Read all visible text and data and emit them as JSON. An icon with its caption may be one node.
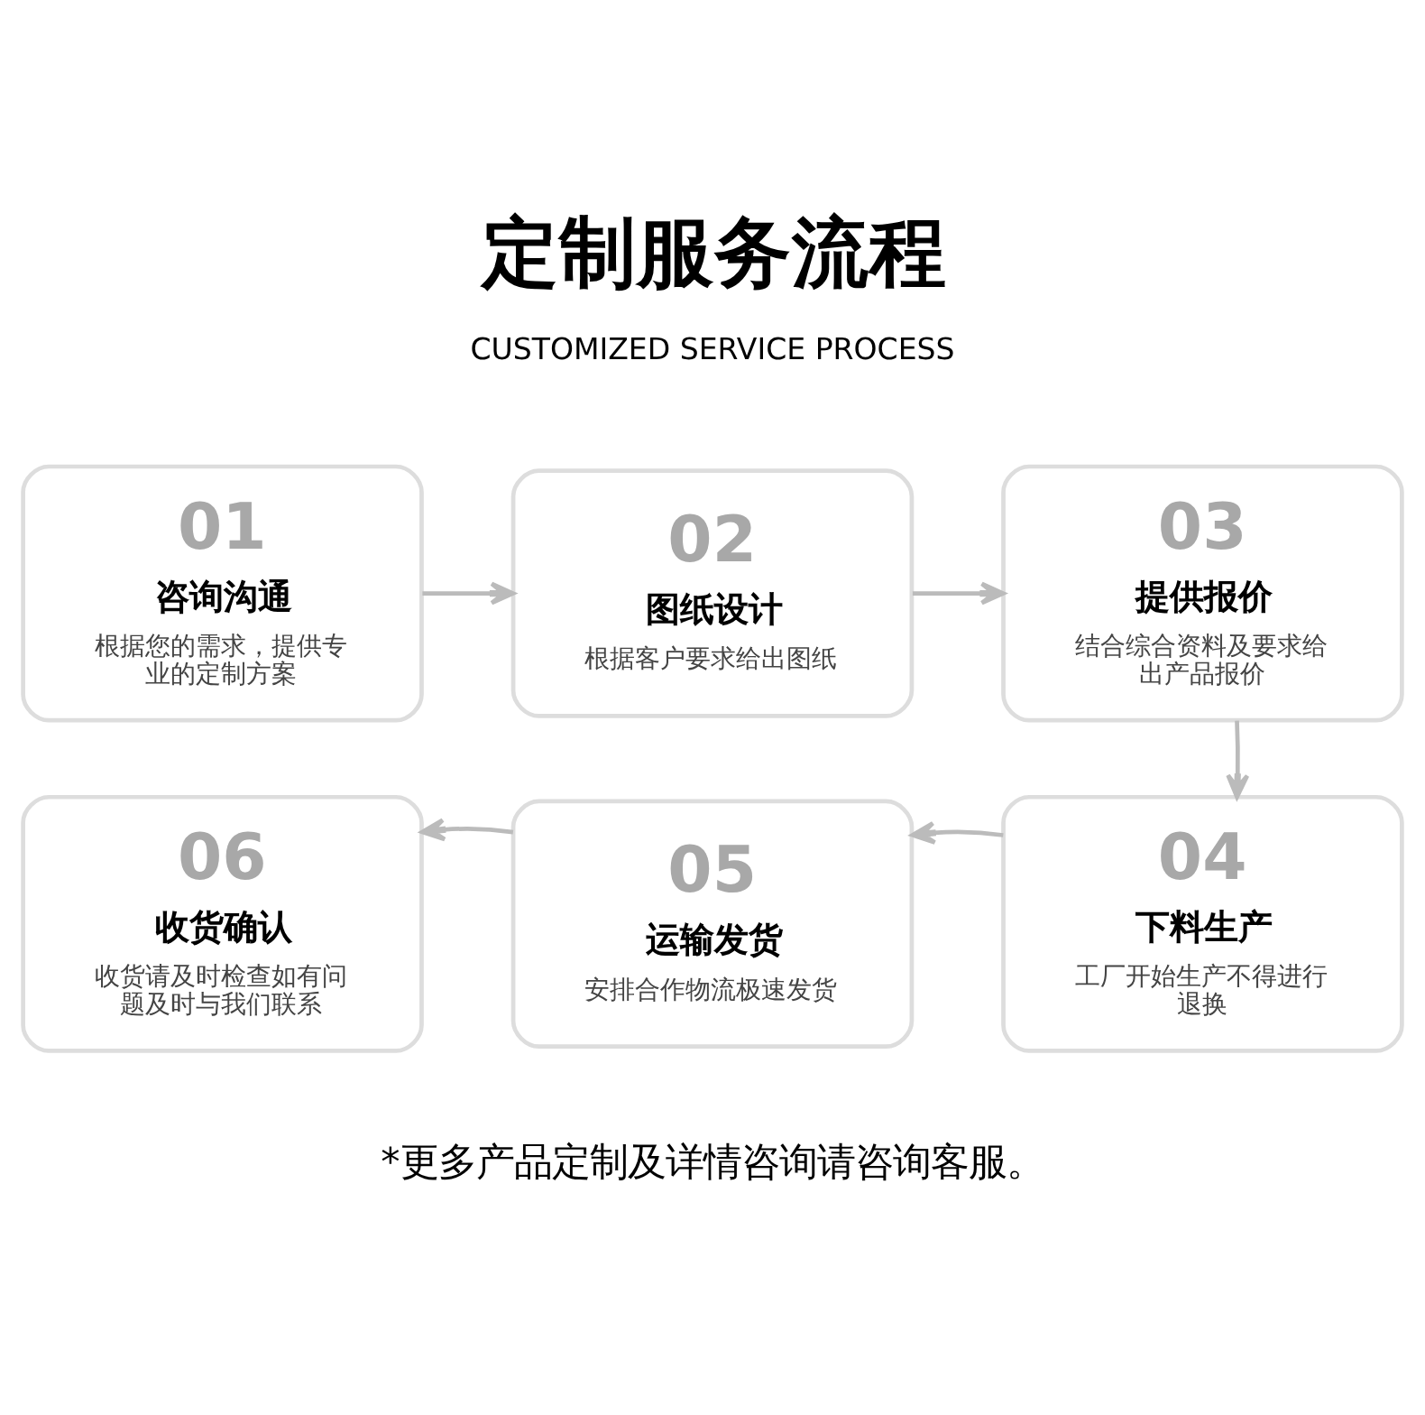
{
  "diagram": {
    "title": "定制服务流程",
    "nodes": [
      {
        "text": [
          "01",
          "咨询沟通",
          "根据您的需求，提供专业的定制方案"
        ]
      },
      {
        "text": [
          "02",
          "图纸设计",
          "根据客户要求给出图纸"
        ]
      },
      {
        "text": [
          "03",
          "提供报价",
          "结合综合资料及要求给出产品报价"
        ]
      },
      {
        "text": [
          "04",
          "下料生产",
          "工厂开始生产不得进行退换"
        ]
      },
      {
        "text": [
          "05",
          "运输发货",
          "安排合作物流极速发货"
        ]
      },
      {
        "text": [
          "06",
          "收货确认",
          "收货请及时检查如有问题及时与我们联系"
        ]
      }
    ],
    "edges": [
      {
        "from": 0,
        "to": 1,
        "arrow": "to"
      },
      {
        "from": 1,
        "to": 2,
        "arrow": "to"
      },
      {
        "from": 2,
        "to": 3,
        "arrow": "to"
      },
      {
        "from": 3,
        "to": 4,
        "arrow": "to"
      },
      {
        "from": 4,
        "to": 5,
        "arrow": "to"
      }
    ],
    "labels": [
      "CUSTOMIZED SERVICE PROCESS",
      "*更多产品定制及详情咨询请咨询客服。"
    ]
  }
}
